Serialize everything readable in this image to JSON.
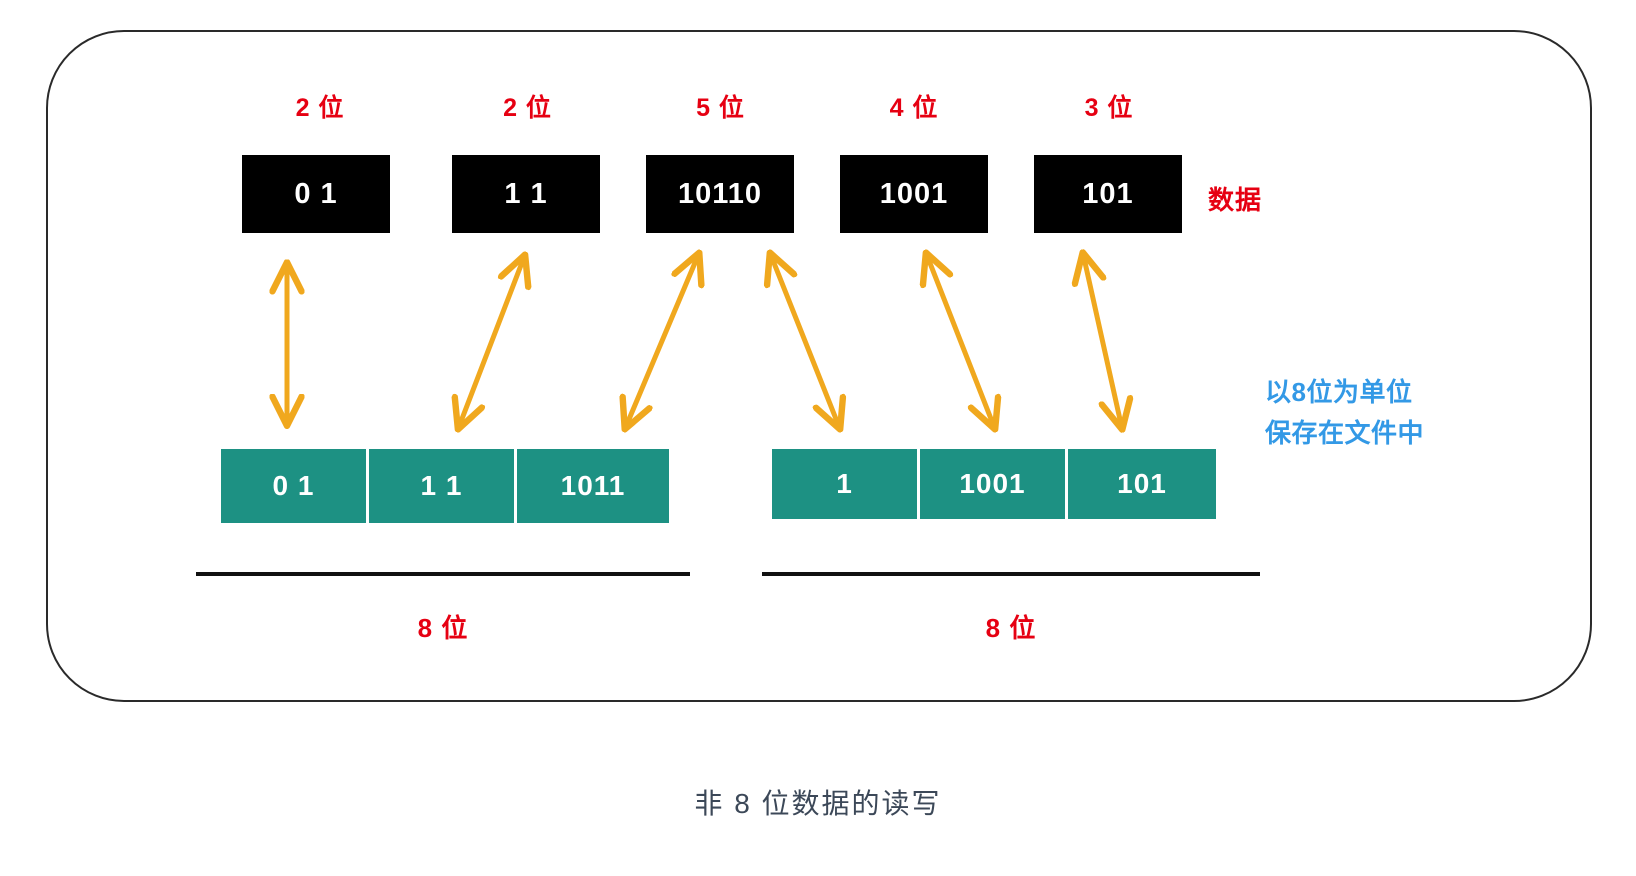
{
  "figure": {
    "caption": "非 8 位数据的读写",
    "colors": {
      "bit_label": "#e60012",
      "data_box": "#000000",
      "byte_box": "#1d9183",
      "arrow": "#f0a81e",
      "note": "#3399e6",
      "frame": "#2a2a2a",
      "caption": "#3c4858"
    }
  },
  "top_row": {
    "label": "数据",
    "bit_labels": [
      "2 位",
      "2 位",
      "5 位",
      "4 位",
      "3 位"
    ],
    "boxes": [
      {
        "value": "0 1",
        "bits": "2 位"
      },
      {
        "value": "1 1",
        "bits": "2 位"
      },
      {
        "value": "10110",
        "bits": "5 位"
      },
      {
        "value": "1001",
        "bits": "4 位"
      },
      {
        "value": "101",
        "bits": "3 位"
      }
    ]
  },
  "bottom_row": {
    "note_line1": "以8位为单位",
    "note_line2": "保存在文件中",
    "byte_labels": [
      "8 位",
      "8 位"
    ],
    "group1": [
      {
        "value": "0 1"
      },
      {
        "value": "1 1"
      },
      {
        "value": "1011"
      }
    ],
    "group2": [
      {
        "value": "1"
      },
      {
        "value": "1001"
      },
      {
        "value": "101"
      }
    ]
  }
}
